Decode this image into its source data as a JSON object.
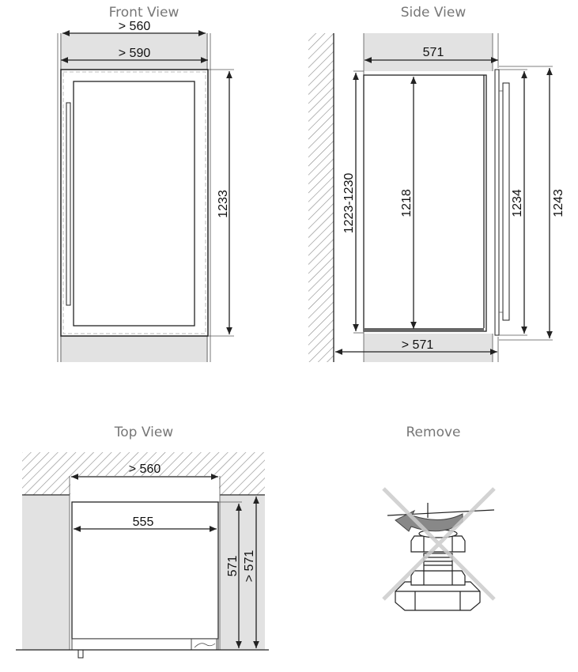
{
  "views": {
    "front": {
      "title": "Front View",
      "dims": {
        "niche_width": "> 560",
        "cabinet_width": "> 590",
        "height": "1233"
      }
    },
    "side": {
      "title": "Side View",
      "dims": {
        "depth": "571",
        "niche_depth": "> 571",
        "niche_height": "1223-1230",
        "body_height": "1218",
        "door_height": "1234",
        "total_height": "1243"
      }
    },
    "top": {
      "title": "Top View",
      "dims": {
        "niche_width": "> 560",
        "width": "555",
        "depth": "571",
        "niche_depth": "> 571"
      }
    },
    "remove": {
      "title": "Remove"
    }
  },
  "colors": {
    "panel": "#e2e2e2",
    "line": "#222222",
    "title": "#777777",
    "cross": "#cccccc",
    "arrow": "#888888"
  }
}
